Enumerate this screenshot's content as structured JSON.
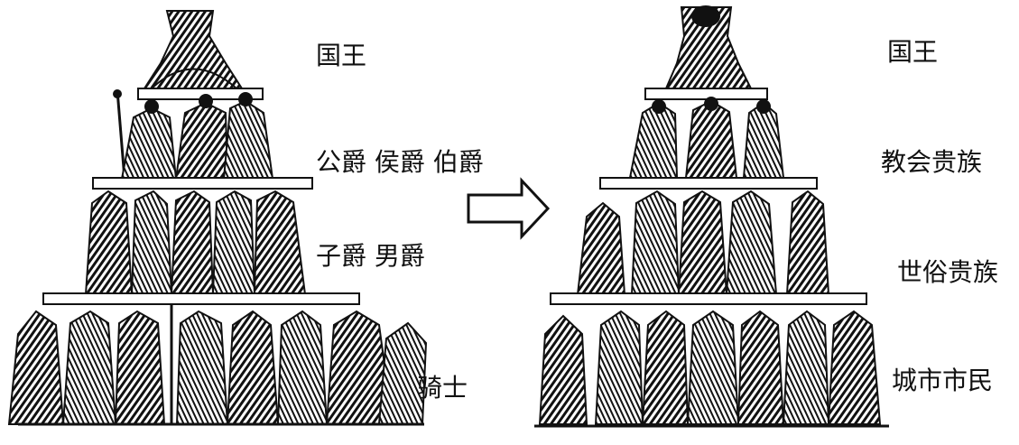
{
  "left_pyramid": {
    "tier1": "国王",
    "tier2": "公爵  侯爵  伯爵",
    "tier3": "子爵  男爵",
    "tier4": "骑士"
  },
  "right_pyramid": {
    "tier1": "国王",
    "tier2": "教会贵族",
    "tier3": "世俗贵族",
    "tier4": "城市市民"
  },
  "colors": {
    "ink": "#111111",
    "paper": "#ffffff"
  }
}
